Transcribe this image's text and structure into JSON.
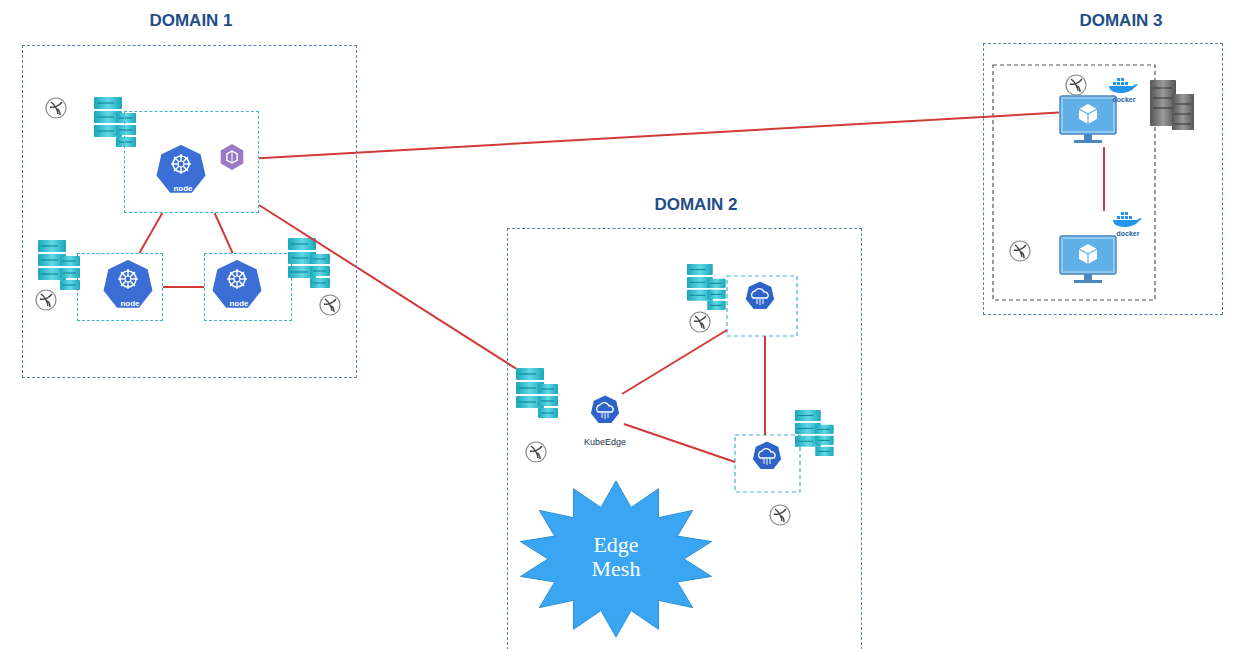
{
  "diagram": {
    "nodes": [
      {
        "text": [
          "DOMAIN 1"
        ]
      },
      {
        "text": [
          "node"
        ],
        "in": 0
      },
      {
        "text": [
          "node"
        ],
        "in": 0
      },
      {
        "text": [
          "node"
        ],
        "in": 0
      },
      {
        "text": [
          "DOMAIN 2"
        ]
      },
      {
        "text": [
          "KubeEdge"
        ],
        "in": 4
      },
      {
        "text": [
          "Edge Mesh"
        ],
        "in": 4
      },
      {
        "text": [
          "DOMAIN 3"
        ]
      },
      {
        "text": [
          "docker"
        ],
        "in": 7
      },
      {
        "text": [
          "docker"
        ],
        "in": 7
      }
    ],
    "edges": [
      {
        "from": 1,
        "to": 2,
        "arrow": "none"
      },
      {
        "from": 1,
        "to": 3,
        "arrow": "none"
      },
      {
        "from": 2,
        "to": 3,
        "arrow": "none"
      },
      {
        "from": 1,
        "to": 5,
        "arrow": "none"
      },
      {
        "from": 1,
        "to": 8,
        "arrow": "none"
      },
      {
        "from": 8,
        "to": 9,
        "arrow": "none"
      }
    ]
  }
}
